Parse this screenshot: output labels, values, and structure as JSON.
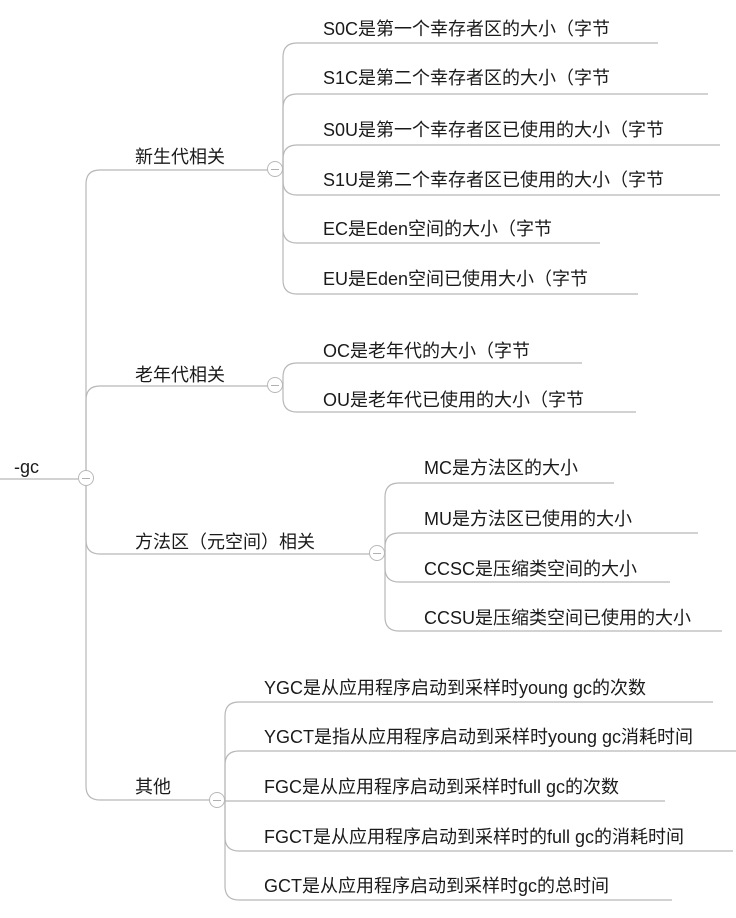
{
  "root": {
    "label": "-gc"
  },
  "branches": [
    {
      "label": "新生代相关",
      "children": [
        "S0C是第一个幸存者区的大小（字节",
        "S1C是第二个幸存者区的大小（字节",
        "S0U是第一个幸存者区已使用的大小（字节",
        "S1U是第二个幸存者区已使用的大小（字节",
        "EC是Eden空间的大小（字节",
        "EU是Eden空间已使用大小（字节"
      ]
    },
    {
      "label": "老年代相关",
      "children": [
        "OC是老年代的大小（字节",
        "OU是老年代已使用的大小（字节"
      ]
    },
    {
      "label": "方法区（元空间）相关",
      "children": [
        "MC是方法区的大小",
        "MU是方法区已使用的大小",
        "CCSC是压缩类空间的大小",
        "CCSU是压缩类空间已使用的大小"
      ]
    },
    {
      "label": "其他",
      "children": [
        "YGC是从应用程序启动到采样时young gc的次数",
        "YGCT是指从应用程序启动到采样时young gc消耗时间",
        "FGC是从应用程序启动到采样时full gc的次数",
        "FGCT是从应用程序启动到采样时的full gc的消耗时间",
        "GCT是从应用程序启动到采样时gc的总时间"
      ]
    }
  ]
}
